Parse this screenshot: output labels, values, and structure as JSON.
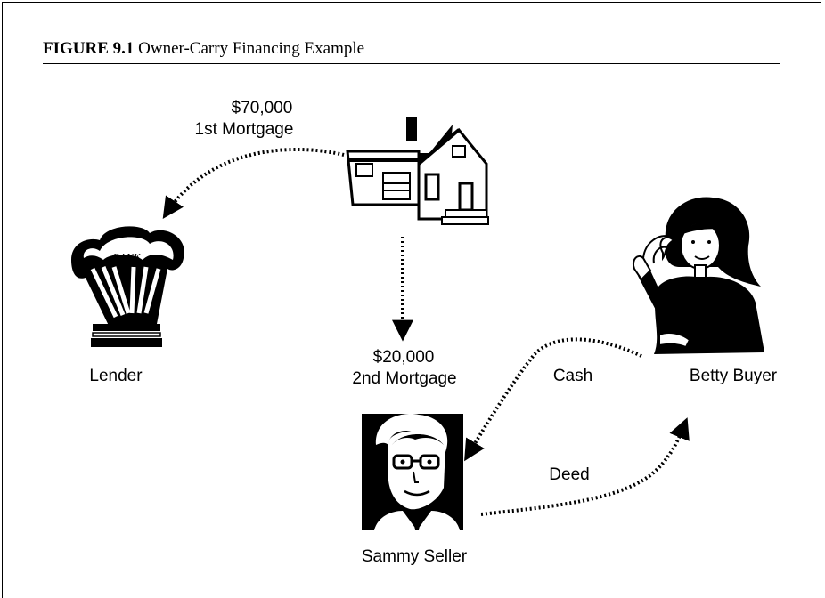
{
  "figure": {
    "label": "FIGURE 9.1",
    "title": "Owner-Carry Financing Example"
  },
  "bank_sign": "BANK",
  "labels": {
    "first_mortgage_amount": "$70,000",
    "first_mortgage_name": "1st Mortgage",
    "second_mortgage_amount": "$20,000",
    "second_mortgage_name": "2nd Mortgage",
    "lender": "Lender",
    "buyer": "Betty Buyer",
    "seller": "Sammy Seller",
    "cash": "Cash",
    "deed": "Deed"
  },
  "icons": [
    "house-icon",
    "bank-icon",
    "buyer-woman-icon",
    "seller-man-icon"
  ]
}
